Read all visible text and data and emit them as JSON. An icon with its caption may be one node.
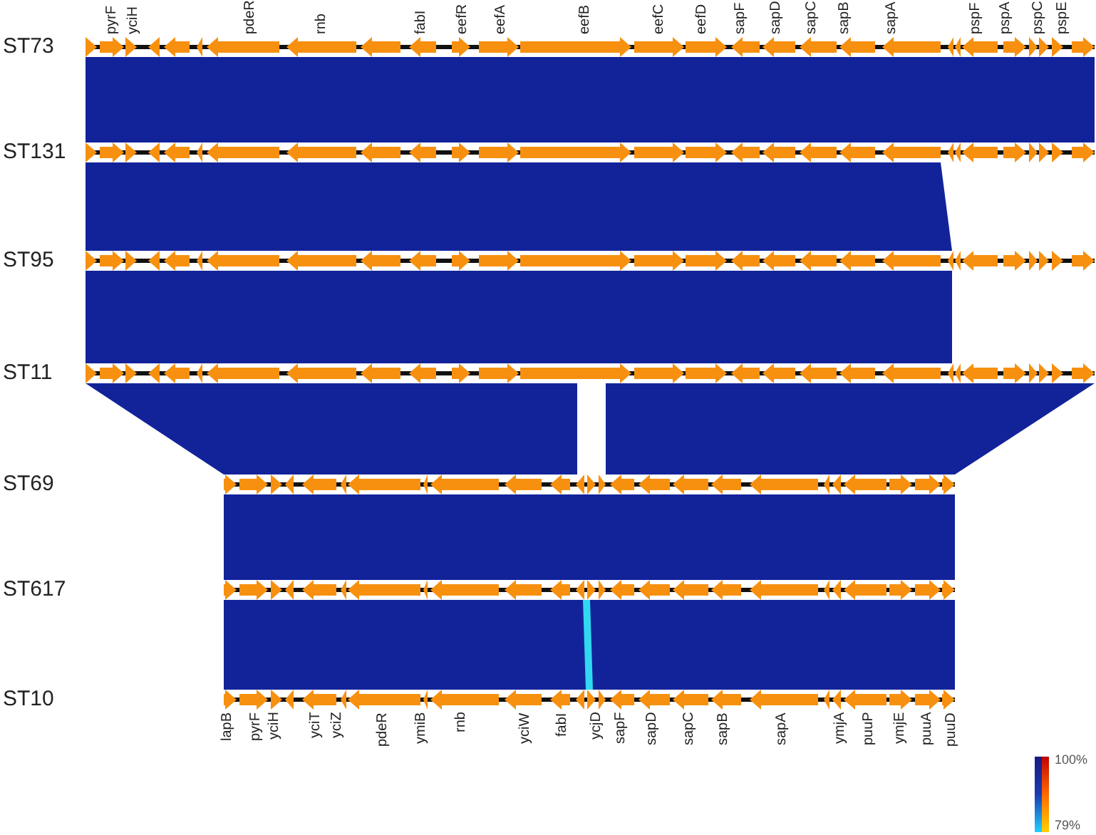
{
  "diagram": {
    "labels": [
      "pyrF",
      "yciH",
      "pdeR",
      "rnb",
      "fabI",
      "eefR",
      "eefA",
      "eefB",
      "eefC",
      "eefD",
      "sapF",
      "sapD",
      "sapC",
      "sapB",
      "sapA",
      "pspF",
      "pspA",
      "pspC",
      "pspE",
      "ST73",
      "ST131",
      "ST95",
      "ST11",
      "ST69",
      "ST617",
      "ST10",
      "lapB",
      "pyrF",
      "yciH",
      "yciT",
      "yciZ",
      "pdeR",
      "ymiB",
      "rnb",
      "yciW",
      "fabI",
      "ycjD",
      "sapF",
      "sapD",
      "sapC",
      "sapB",
      "sapA",
      "ymjA",
      "puuP",
      "ymjE",
      "puuA",
      "puuD",
      "100%",
      "79%"
    ]
  }
}
